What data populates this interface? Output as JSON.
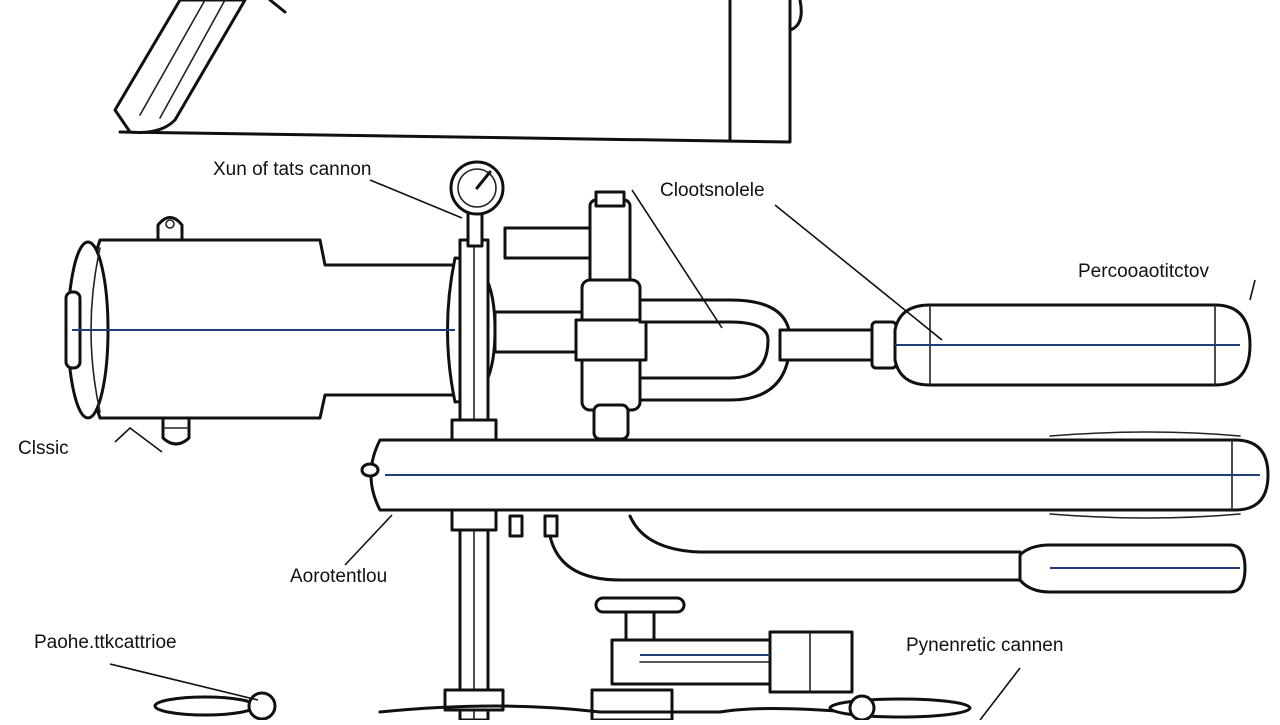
{
  "labels": {
    "top_gauge": "Xun of tats cannon",
    "upper_right_leader": "Clootsnolele",
    "far_right": "Percooaotitctov",
    "left_chamber": "Clssic",
    "lower_left_leader": "Aorotentlou",
    "bottom_left": "Paohe.ttkcattrioe",
    "bottom_right": "Pynenretic cannen"
  },
  "colors": {
    "ink": "#101010",
    "centerline": "#1f3f7a",
    "paper": "#ffffff"
  }
}
